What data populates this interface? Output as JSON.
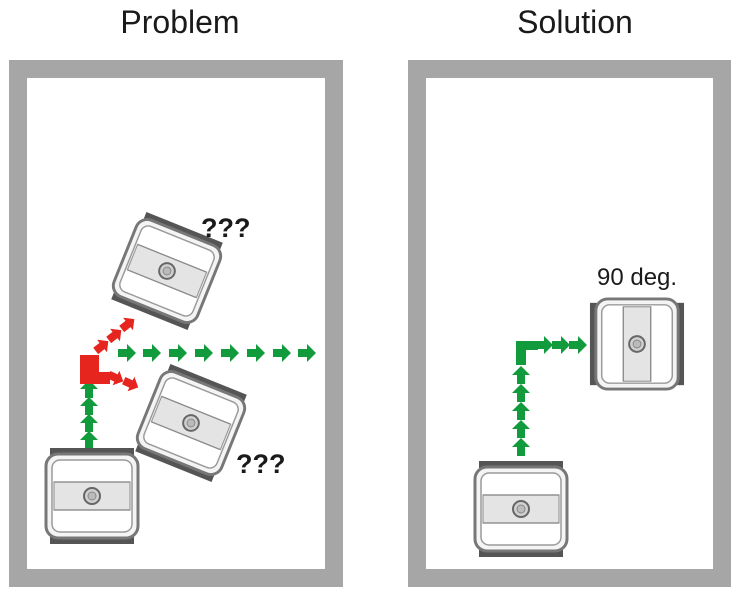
{
  "problem_panel": {
    "title": "Problem",
    "question_mark_top": "???",
    "question_mark_bottom": "???"
  },
  "solution_panel": {
    "title": "Solution",
    "rotation_label": "90 deg."
  },
  "colors": {
    "frame": "#a6a6a6",
    "green_arrow": "#129b3c",
    "red_arrow": "#e5251e",
    "robot_body": "#f4f4f4",
    "robot_outline": "#777777",
    "track": "#555555"
  }
}
